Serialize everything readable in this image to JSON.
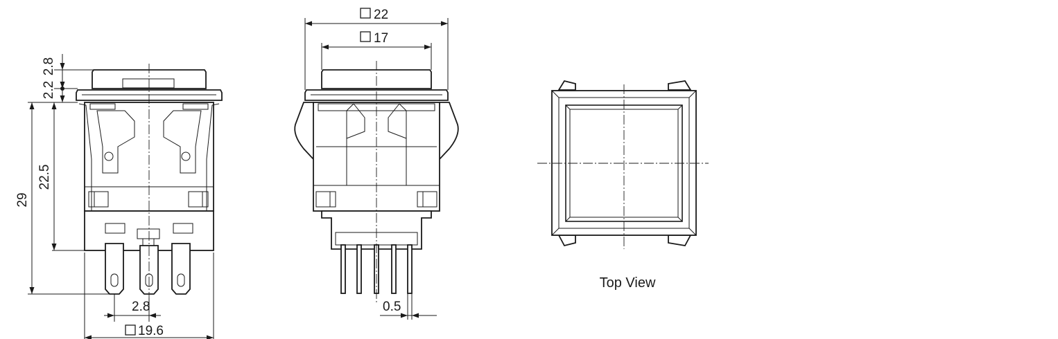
{
  "dimensions": {
    "side_view": {
      "cap_height": "2.8",
      "flange": "2.2",
      "body_height": "22.5",
      "total_height": "29",
      "terminal_pitch": "2.8",
      "panel_cutout": "19.6"
    },
    "front_view": {
      "bezel_width": "22",
      "cap_width": "17",
      "pin_width": "0.5"
    }
  },
  "top_view_label": "Top View"
}
